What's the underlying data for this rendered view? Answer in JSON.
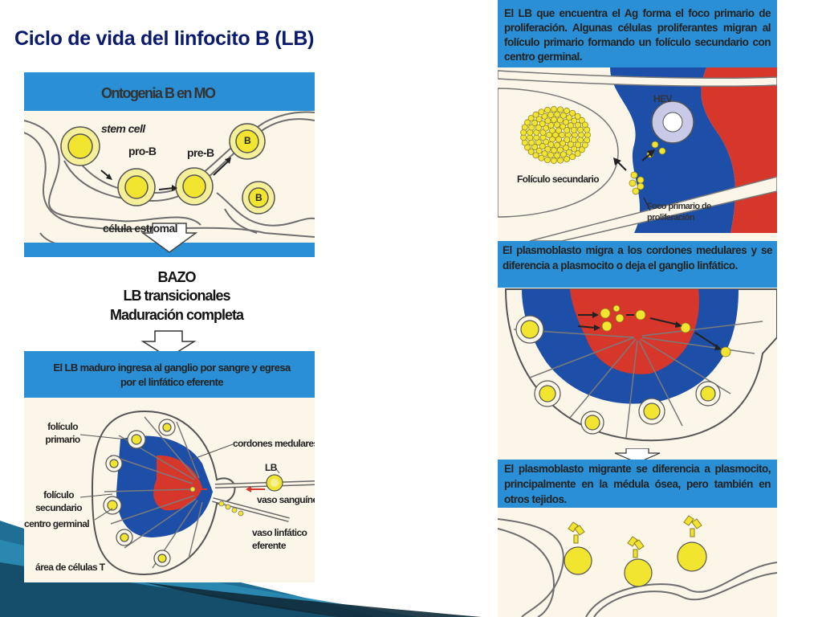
{
  "slide": {
    "title": "Ciclo de vida del linfocito B (LB)"
  },
  "left": {
    "ontogenia": {
      "header": "Ontogenia B en MO",
      "labels": {
        "stem": "stem cell",
        "pro": "pro-B",
        "pre": "pre-B",
        "estromal": "célula estromal",
        "b1": "B",
        "b2": "B"
      }
    },
    "bazo": {
      "line1": "BAZO",
      "line2": "LB transicionales",
      "line3": "Maduración completa"
    },
    "ganglio": {
      "header": "El LB maduro ingresa al ganglio por sangre y egresa por el linfático eferente",
      "labels": {
        "foliculo_primario": "folículo primario",
        "cordones": "cordones medulares",
        "lb": "LB",
        "foliculo_secundario": "folículo secundario",
        "vaso_sanguineo": "vaso sanguíneo",
        "centro_germinal": "centro germinal",
        "vaso_linfatico": "vaso linfático eferente",
        "area_t": "área de células T"
      }
    }
  },
  "right": {
    "panel1": {
      "header": "El LB que encuentra el Ag forma el foco primario de proliferación. Algunas células proliferantes migran al folículo primario formando un folículo secundario con centro germinal.",
      "labels": {
        "hev": "HEV",
        "foliculo_secundario": "Folículo secundario",
        "foco": "Foco primario de proliferación"
      }
    },
    "panel2": {
      "header": "El plasmoblasto migra a los cordones medulares y se diferencia a plasmocito o deja el ganglio linfático."
    },
    "panel3": {
      "header": "El plasmoblasto migrante se diferencia a plasmocito, principalmente en la médula ósea, pero también en otros tejidos."
    }
  },
  "colors": {
    "title": "#0a1a6e",
    "header_blue": "#2a8fd4",
    "node_blue": "#1d4fa8",
    "node_red": "#d6372a",
    "cell_yellow": "#f2e52f",
    "background_panel": "#fbf6e8"
  }
}
